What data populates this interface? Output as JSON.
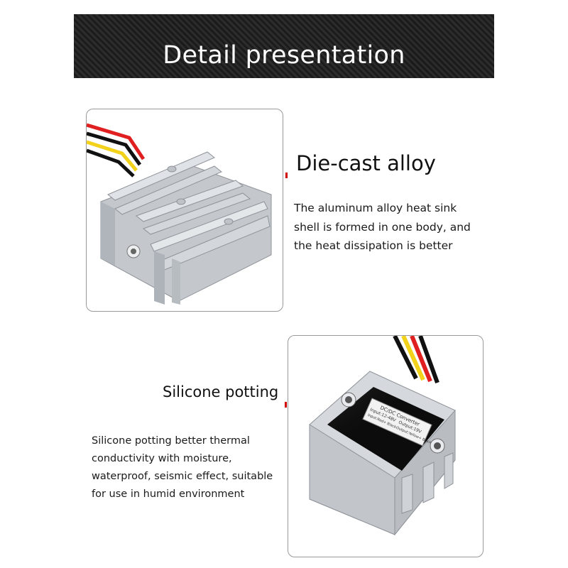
{
  "banner": {
    "title": "Detail presentation"
  },
  "features": [
    {
      "heading": "Die-cast alloy",
      "description_lines": [
        "The aluminum alloy heat sink",
        "shell is formed in one body, and",
        "the heat dissipation is better"
      ]
    },
    {
      "heading": "Silicone potting",
      "description_lines": [
        "Silicone potting better thermal",
        "conductivity with moisture,",
        "waterproof, seismic effect, suitable",
        "for use in humid environment"
      ]
    }
  ],
  "product_label": {
    "title": "DC/DC Converter",
    "lines": [
      "Input:12-48V",
      "Output:19V",
      "Input:Red+ Black-",
      "Output:Yellow+ Black-"
    ]
  },
  "colors": {
    "banner_bg": "#222222",
    "accent_red": "#d10000",
    "metal": "#c9cdd2",
    "wire_red": "#e02020",
    "wire_yellow": "#f2d21a",
    "wire_black": "#111111"
  }
}
